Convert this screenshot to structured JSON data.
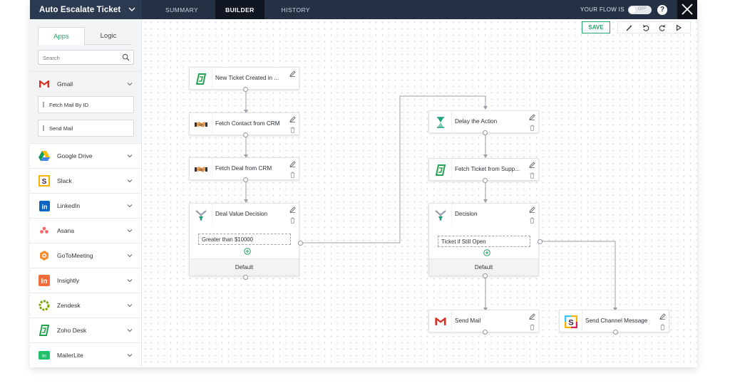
{
  "header": {
    "flow_title": "Auto Escalate Ticket",
    "tabs": [
      {
        "label": "SUMMARY"
      },
      {
        "label": "BUILDER",
        "active": true
      },
      {
        "label": "HISTORY"
      }
    ],
    "flow_status_label": "YOUR FLOW IS",
    "toggle_state": "OFF",
    "help_label": "?"
  },
  "sidebar": {
    "tabs": [
      {
        "label": "Apps",
        "active": true
      },
      {
        "label": "Logic"
      }
    ],
    "search_placeholder": "Search",
    "apps": [
      {
        "name": "Gmail",
        "icon": "gmail-icon",
        "expanded": true
      },
      {
        "name": "Google Drive",
        "icon": "google-drive-icon"
      },
      {
        "name": "Slack",
        "icon": "slack-icon"
      },
      {
        "name": "LinkedIn",
        "icon": "linkedin-icon"
      },
      {
        "name": "Asana",
        "icon": "asana-icon"
      },
      {
        "name": "GoToMeeting",
        "icon": "gotomeeting-icon"
      },
      {
        "name": "Insightly",
        "icon": "insightly-icon"
      },
      {
        "name": "Zendesk",
        "icon": "zendesk-icon"
      },
      {
        "name": "Zoho Desk",
        "icon": "zoho-desk-icon"
      },
      {
        "name": "MailerLite",
        "icon": "mailerlite-icon"
      }
    ],
    "gmail_actions": [
      {
        "label": "Fetch Mail By ID"
      },
      {
        "label": "Send Mail"
      }
    ]
  },
  "canvas": {
    "save_label": "SAVE",
    "tools": [
      "magic-wand-icon",
      "undo-icon",
      "redo-icon",
      "play-icon"
    ],
    "nodes": {
      "trigger": {
        "label": "New Ticket Created in ...",
        "icon": "zoho-desk-icon"
      },
      "fetch_contact": {
        "label": "Fetch Contact from CRM",
        "icon": "crm-icon"
      },
      "fetch_deal": {
        "label": "Fetch Deal from CRM",
        "icon": "crm-icon"
      },
      "deal_decision": {
        "label": "Deal Value Decision",
        "icon": "decision-icon",
        "condition": "Greater than $10000",
        "default": "Default"
      },
      "delay": {
        "label": "Delay the Action",
        "icon": "hourglass-icon"
      },
      "fetch_ticket": {
        "label": "Fetch Ticket from Supp...",
        "icon": "zoho-desk-icon"
      },
      "decision": {
        "label": "Decision",
        "icon": "decision-icon",
        "condition": "Ticket if Still Open",
        "default": "Default"
      },
      "send_mail": {
        "label": "Send Mail",
        "icon": "gmail-icon"
      },
      "slack_message": {
        "label": "Send Channel Message",
        "icon": "slack-icon"
      }
    }
  },
  "colors": {
    "topbar": "#243043",
    "accent_green": "#27a267",
    "gmail_red": "#d93025"
  }
}
